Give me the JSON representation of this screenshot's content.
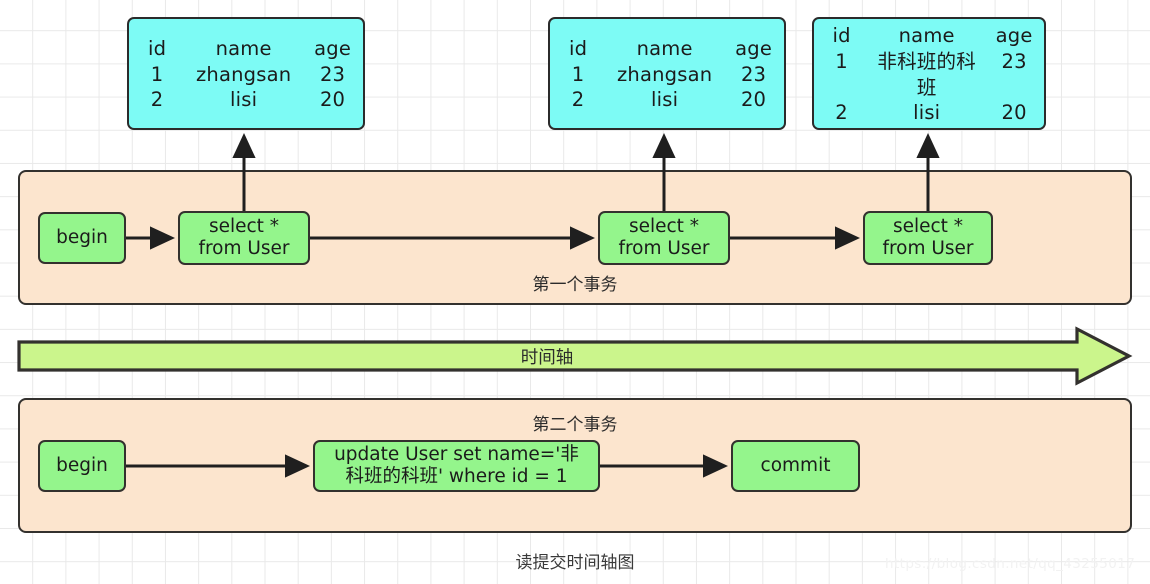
{
  "caption": "读提交时间轴图",
  "watermark": "https://blog.csdn.net/qq_43255017",
  "colors": {
    "table_fill": "#7dfbf5",
    "panel_fill": "#fce5ce",
    "node_fill": "#94f58c",
    "timeline_fill": "#cbf58c",
    "stroke": "#33312e",
    "grid": "#e9e9e9"
  },
  "tables": [
    {
      "name": "result-table-1",
      "headers": {
        "id": "id",
        "name": "name",
        "age": "age"
      },
      "rows": [
        {
          "id": "1",
          "name": "zhangsan",
          "age": "23"
        },
        {
          "id": "2",
          "name": "lisi",
          "age": "20"
        }
      ]
    },
    {
      "name": "result-table-2",
      "headers": {
        "id": "id",
        "name": "name",
        "age": "age"
      },
      "rows": [
        {
          "id": "1",
          "name": "zhangsan",
          "age": "23"
        },
        {
          "id": "2",
          "name": "lisi",
          "age": "20"
        }
      ]
    },
    {
      "name": "result-table-3",
      "headers": {
        "id": "id",
        "name": "name",
        "age": "age"
      },
      "rows": [
        {
          "id": "1",
          "name": "非科班的科班",
          "age": "23"
        },
        {
          "id": "2",
          "name": "lisi",
          "age": "20"
        }
      ]
    }
  ],
  "transaction_one": {
    "label": "第一个事务",
    "steps": [
      {
        "label": "begin"
      },
      {
        "line1": "select *",
        "line2": "from User"
      },
      {
        "line1": "select *",
        "line2": "from User"
      },
      {
        "line1": "select *",
        "line2": "from User"
      }
    ]
  },
  "timeline": {
    "label": "时间轴"
  },
  "transaction_two": {
    "label": "第二个事务",
    "steps": [
      {
        "label": "begin"
      },
      {
        "line1": "update User set name='非",
        "line2": "科班的科班' where id = 1"
      },
      {
        "label": "commit"
      }
    ]
  }
}
